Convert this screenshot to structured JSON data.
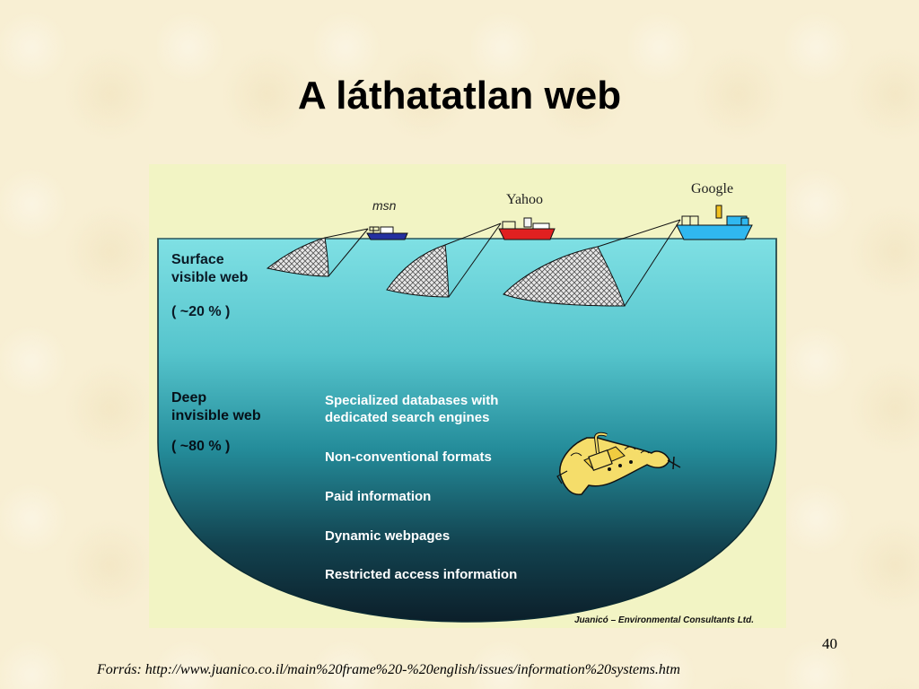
{
  "slide": {
    "title": "A láthatatlan web",
    "page_number": "40",
    "source": "Forrás: http://www.juanico.co.il/main%20frame%20-%20english/issues/information%20systems.htm"
  },
  "figure": {
    "engines": [
      "msn",
      "Yahoo",
      "Google"
    ],
    "surface": {
      "label": "Surface\nvisible web",
      "percent": "( ~20 % )"
    },
    "deep": {
      "label": "Deep\ninvisible web",
      "percent": "( ~80 % )"
    },
    "deep_items": [
      "Specialized databases with\ndedicated search engines",
      "Non-conventional formats",
      "Paid information",
      "Dynamic webpages",
      "Restricted access information"
    ],
    "credit": "Juanicó – Environmental Consultants Ltd.",
    "colors": {
      "background": "#f2f4c4",
      "water_top": "#7fe0e4",
      "water_bottom": "#0c1f2a",
      "msn_boat": "#2430a0",
      "yahoo_boat": "#e02020",
      "google_boat": "#30b8f0",
      "submarine": "#f5dd6a"
    }
  }
}
